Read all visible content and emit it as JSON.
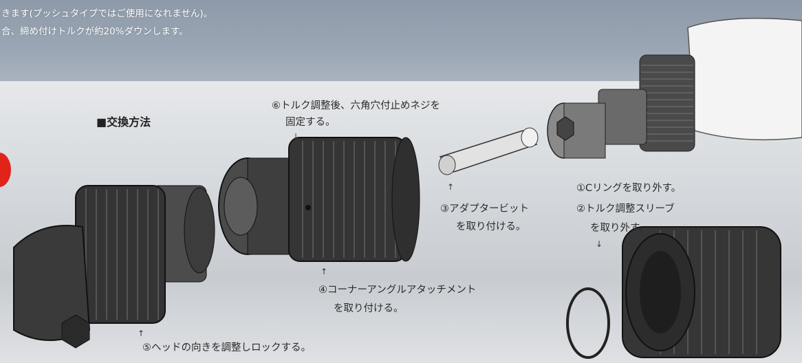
{
  "top_notes": {
    "line1": "きます(プッシュタイプではご使用になれません)。",
    "line2": "合、締め付けトルクが約20%ダウンします。"
  },
  "section_heading": "■交換方法",
  "steps": {
    "step1": "①Cリングを取り外す。",
    "step2_line1": "②トルク調整スリーブ",
    "step2_line2": "を取り外す。",
    "step3_line1": "③アダプタービット",
    "step3_line2": "を取り付ける。",
    "step4_line1": "④コーナーアングルアタッチメント",
    "step4_line2": "を取り付ける。",
    "step5": "⑤ヘッドの向きを調整しロックする。",
    "step6_line1": "⑥トルク調整後、六角穴付止めネジを",
    "step6_line2": "固定する。"
  },
  "arrows": {
    "down": "↓",
    "up": "↑"
  },
  "colors": {
    "accent_red": "#e2231a",
    "part_dark": "#3a3a3a",
    "part_mid": "#5a5a5a",
    "top_band": "#94a0ae"
  }
}
